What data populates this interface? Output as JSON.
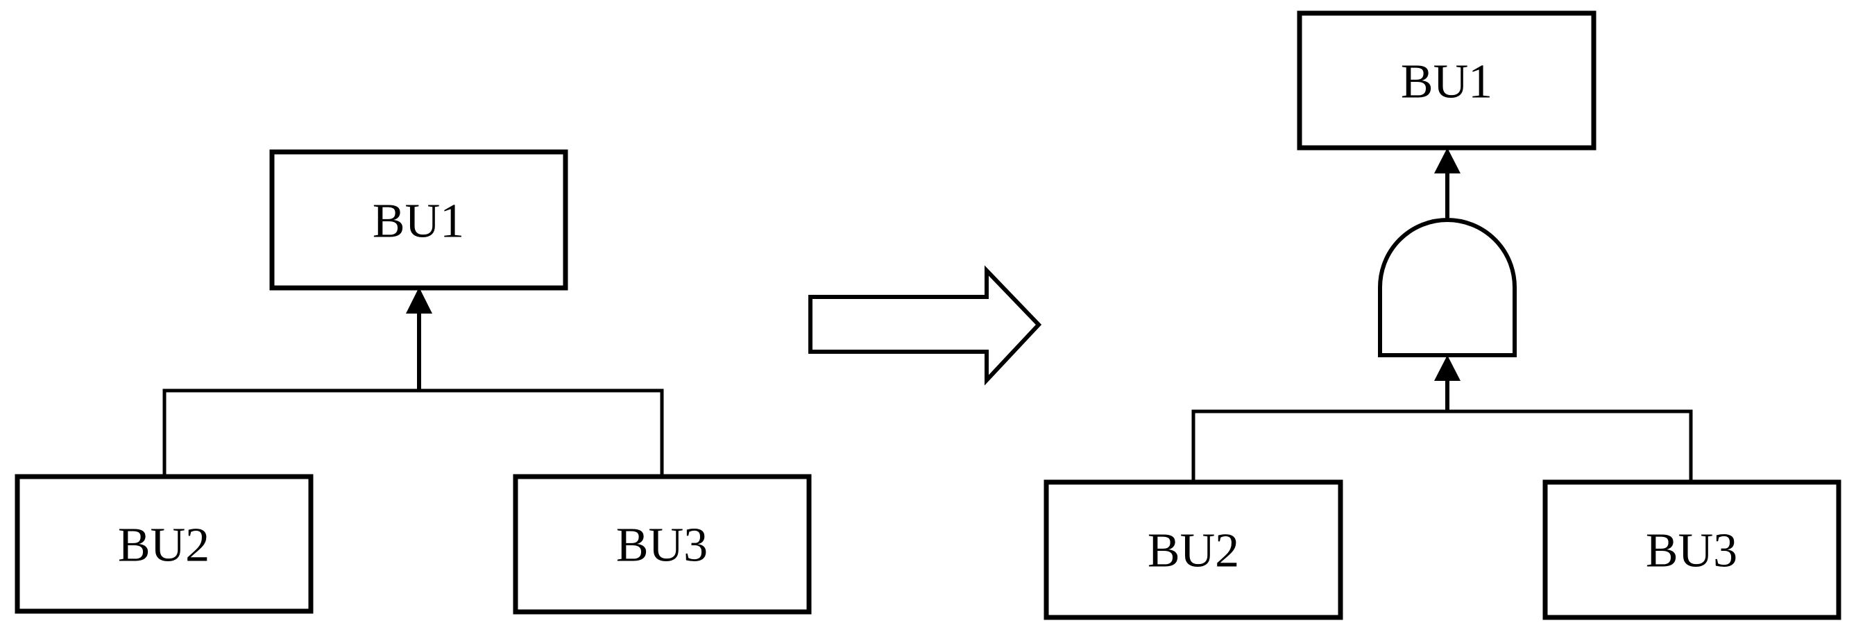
{
  "colors": {
    "stroke": "#000000",
    "shape_fill": "#ffffff",
    "text": "#000000",
    "background": "#ffffff"
  },
  "icons": {
    "transform_arrow": "right-block-arrow",
    "gate": "and-gate",
    "flow_arrowhead": "up-arrowhead"
  },
  "left_diagram": {
    "root": {
      "label": "BU1"
    },
    "children": [
      {
        "label": "BU2"
      },
      {
        "label": "BU3"
      }
    ]
  },
  "right_diagram": {
    "root": {
      "label": "BU1"
    },
    "gate_icon": "and-gate",
    "children": [
      {
        "label": "BU2"
      },
      {
        "label": "BU3"
      }
    ]
  }
}
